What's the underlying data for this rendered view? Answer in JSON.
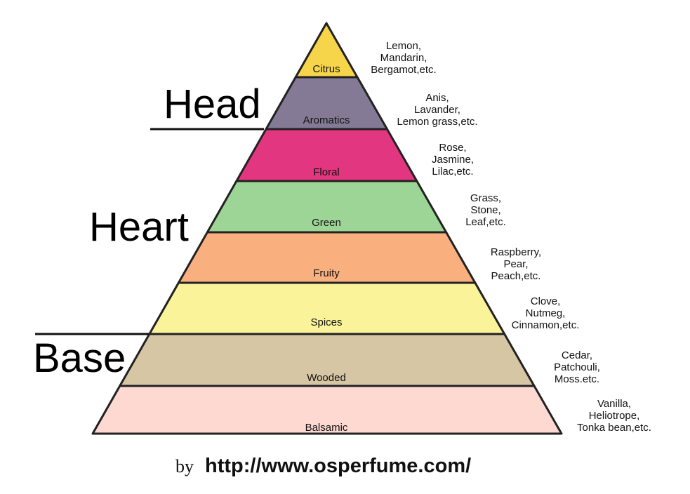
{
  "sections": {
    "head": "Head",
    "heart": "Heart",
    "base": "Base"
  },
  "bands": [
    {
      "name": "Citrus",
      "color": "#f7d54a",
      "examples": [
        "Lemon,",
        "Mandarin,",
        "Bergamot,etc."
      ]
    },
    {
      "name": "Aromatics",
      "color": "#857a95",
      "examples": [
        "Anis,",
        "Lavander,",
        "Lemon grass,etc."
      ]
    },
    {
      "name": "Floral",
      "color": "#e23680",
      "examples": [
        "Rose,",
        "Jasmine,",
        "Lilac,etc."
      ]
    },
    {
      "name": "Green",
      "color": "#9dd596",
      "examples": [
        "Grass,",
        "Stone,",
        "Leaf,etc."
      ]
    },
    {
      "name": "Fruity",
      "color": "#f9b07e",
      "examples": [
        "Raspberry,",
        "Pear,",
        "Peach,etc."
      ]
    },
    {
      "name": "Spices",
      "color": "#fbf39a",
      "examples": [
        "Clove,",
        "Nutmeg,",
        "Cinnamon,etc."
      ]
    },
    {
      "name": "Wooded",
      "color": "#d6c6a4",
      "examples": [
        "Cedar,",
        "Patchouli,",
        "Moss.etc."
      ]
    },
    {
      "name": "Balsamic",
      "color": "#fdd9d2",
      "examples": [
        "Vanilla,",
        "Heliotrope,",
        "Tonka bean,etc."
      ]
    }
  ],
  "credit": {
    "by": "by",
    "url": "http://www.osperfume.com/"
  }
}
